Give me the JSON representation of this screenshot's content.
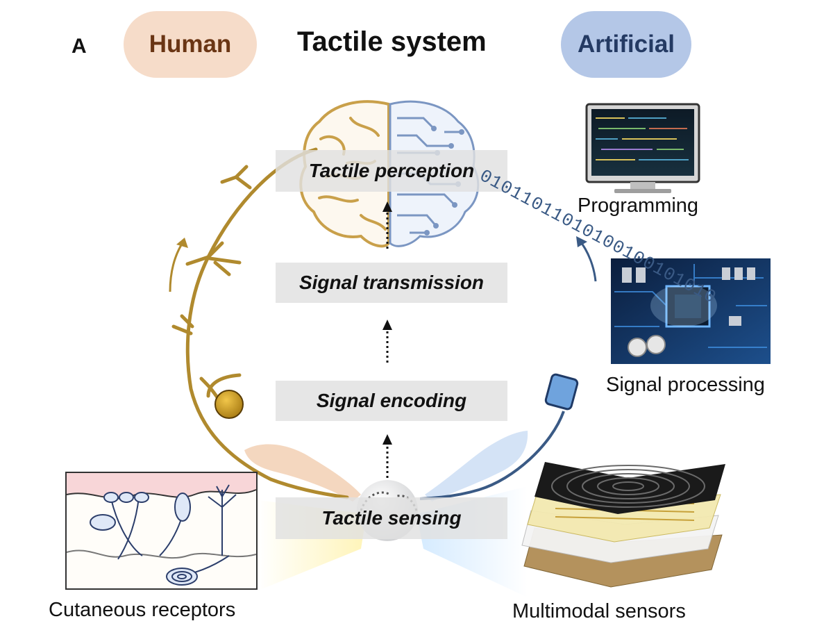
{
  "panel_label": "A",
  "title": "Tactile system",
  "human_label": "Human",
  "artificial_label": "Artificial",
  "stages": {
    "perception": "Tactile perception",
    "transmission": "Signal transmission",
    "encoding": "Signal encoding",
    "sensing": "Tactile sensing"
  },
  "captions": {
    "programming": "Programming",
    "processing": "Signal processing",
    "receptors": "Cutaneous receptors",
    "sensors": "Multimodal sensors"
  },
  "binary_code": "01011011010100100101010",
  "colors": {
    "human_pill": "#f6dcc9",
    "human_text": "#6a3514",
    "artificial_pill": "#b4c7e7",
    "artificial_text": "#243a63",
    "nerve": "#b08a2e",
    "wire": "#3a5a85"
  }
}
